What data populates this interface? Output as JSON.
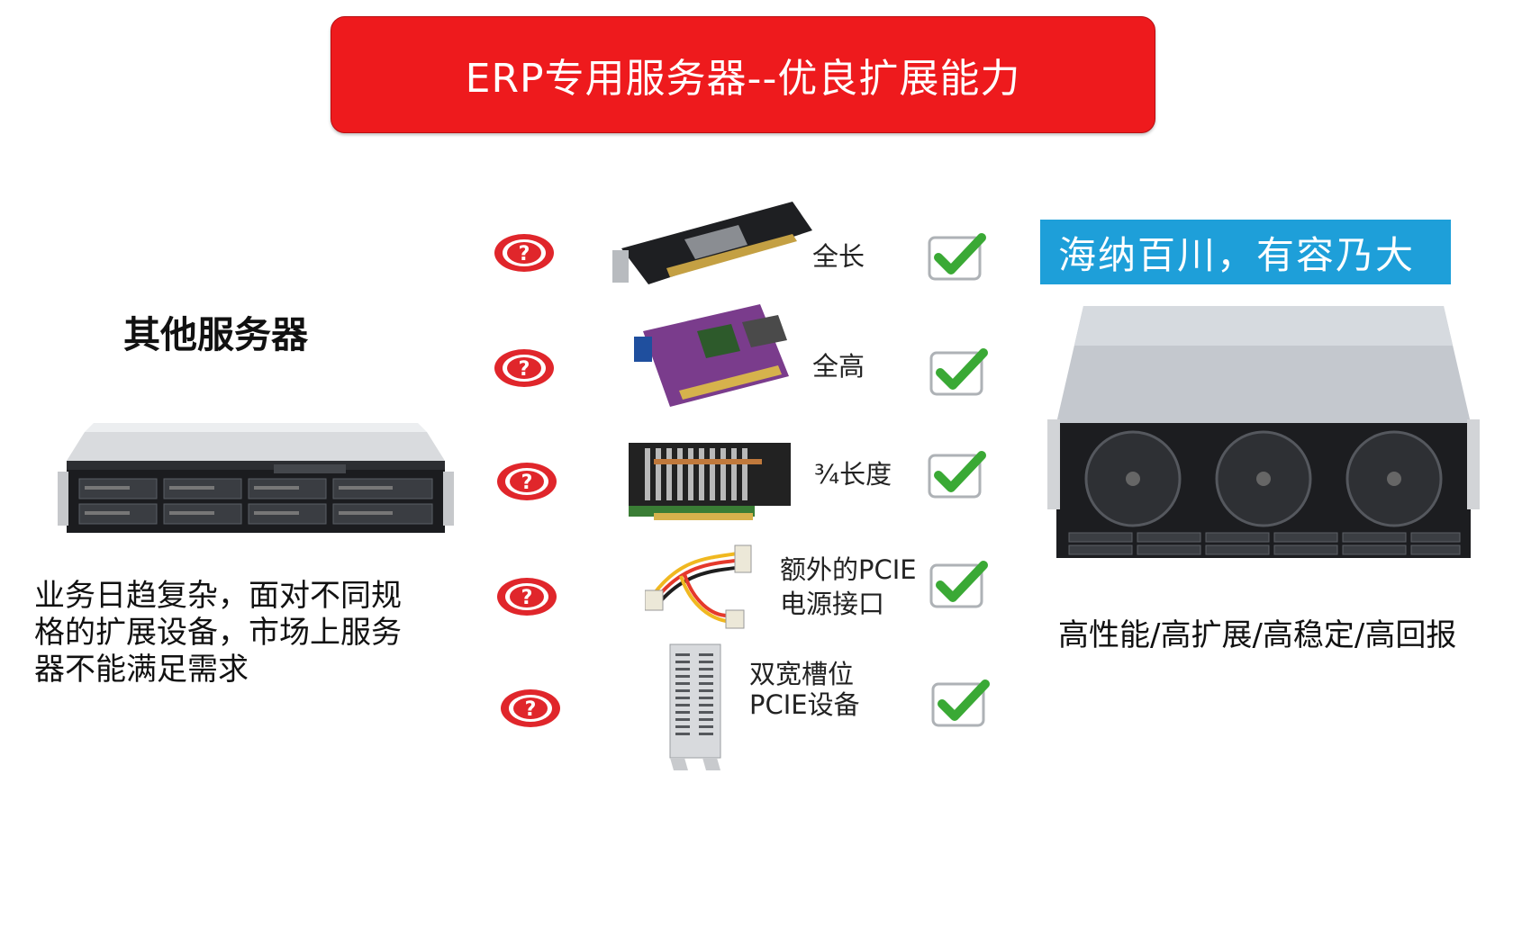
{
  "title": "ERP专用服务器--优良扩展能力",
  "left": {
    "heading": "其他服务器",
    "description": "业务日趋复杂，面对不同规格的扩展设备，市场上服务器不能满足需求"
  },
  "right": {
    "banner": "海纳百川，有容乃大",
    "description": "高性能/高扩展/高稳定/高回报"
  },
  "features": [
    {
      "label": "全长",
      "icon": "full-length-pcie-card"
    },
    {
      "label": "全高",
      "icon": "full-height-graphics-card"
    },
    {
      "label": "¾长度",
      "icon": "three-quarter-length-card"
    },
    {
      "label_line1": "额外的PCIE",
      "label_line2": "电源接口",
      "icon": "pcie-power-cable"
    },
    {
      "label_line1": "双宽槽位",
      "label_line2": "PCIE设备",
      "icon": "dual-width-pcie-bracket"
    }
  ],
  "colors": {
    "title_bg": "#ee1a1d",
    "banner_bg": "#1e9fd9",
    "question_red": "#e0262b",
    "check_green": "#3aa935"
  }
}
